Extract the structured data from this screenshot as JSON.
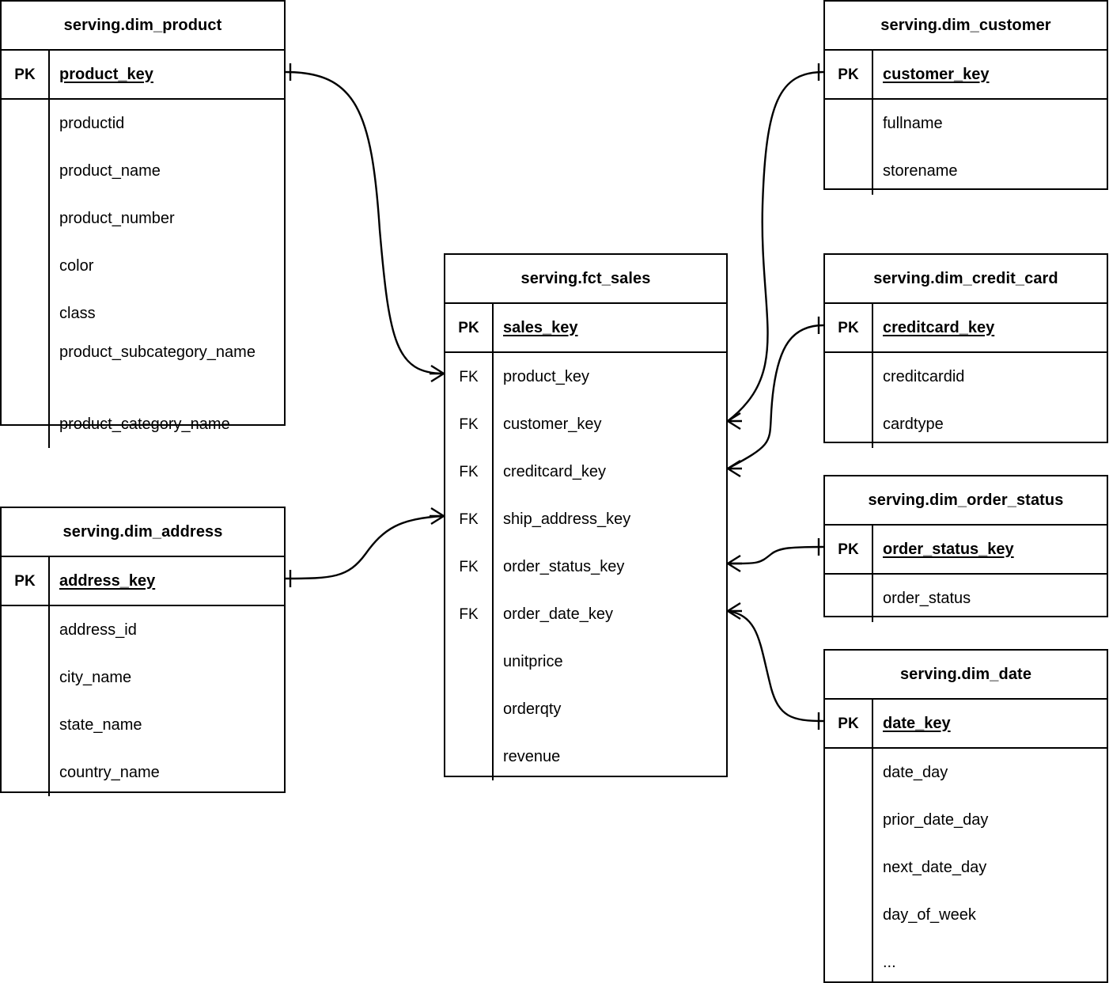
{
  "diagram": {
    "type": "entity-relationship-diagram",
    "notation": "crow's foot",
    "line_color": "#000000",
    "background_color": "#ffffff"
  },
  "entities": {
    "dim_product": {
      "title": "serving.dim_product",
      "pk_label": "PK",
      "pk_field": "product_key",
      "attributes": [
        "productid",
        "product_name",
        "product_number",
        "color",
        "class",
        "product_subcategory_",
        "name",
        "product_category_name"
      ],
      "attr_0": "productid",
      "attr_1": "product_name",
      "attr_2": "product_number",
      "attr_3": "color",
      "attr_4": "class",
      "attr_5a": "product_subcategory_",
      "attr_5b": "name",
      "attr_6": "product_category_name"
    },
    "dim_address": {
      "title": "serving.dim_address",
      "pk_label": "PK",
      "pk_field": "address_key",
      "attr_0": "address_id",
      "attr_1": "city_name",
      "attr_2": "state_name",
      "attr_3": "country_name"
    },
    "fct_sales": {
      "title": "serving.fct_sales",
      "pk_label": "PK",
      "pk_field": "sales_key",
      "fk_label": "FK",
      "fk_0": "product_key",
      "fk_1": "customer_key",
      "fk_2": "creditcard_key",
      "fk_3": "ship_address_key",
      "fk_4": "order_status_key",
      "fk_5": "order_date_key",
      "measure_0": "unitprice",
      "measure_1": "orderqty",
      "measure_2": "revenue"
    },
    "dim_customer": {
      "title": "serving.dim_customer",
      "pk_label": "PK",
      "pk_field": "customer_key",
      "attr_0": "fullname",
      "attr_1": "storename"
    },
    "dim_credit_card": {
      "title": "serving.dim_credit_card",
      "pk_label": "PK",
      "pk_field": "creditcard_key",
      "attr_0": "creditcardid",
      "attr_1": "cardtype"
    },
    "dim_order_status": {
      "title": "serving.dim_order_status",
      "pk_label": "PK",
      "pk_field": "order_status_key",
      "attr_0": "order_status"
    },
    "dim_date": {
      "title": "serving.dim_date",
      "pk_label": "PK",
      "pk_field": "date_key",
      "attr_0": "date_day",
      "attr_1": "prior_date_day",
      "attr_2": "next_date_day",
      "attr_3": "day_of_week",
      "attr_4": "..."
    }
  },
  "relationships": [
    {
      "from": "dim_product.product_key",
      "to": "fct_sales.product_key",
      "from_cardinality": "one",
      "to_cardinality": "many"
    },
    {
      "from": "dim_customer.customer_key",
      "to": "fct_sales.customer_key",
      "from_cardinality": "one",
      "to_cardinality": "many"
    },
    {
      "from": "dim_credit_card.creditcard_key",
      "to": "fct_sales.creditcard_key",
      "from_cardinality": "one",
      "to_cardinality": "many"
    },
    {
      "from": "dim_address.address_key",
      "to": "fct_sales.ship_address_key",
      "from_cardinality": "one",
      "to_cardinality": "many"
    },
    {
      "from": "dim_order_status.order_status_key",
      "to": "fct_sales.order_status_key",
      "from_cardinality": "one",
      "to_cardinality": "many"
    },
    {
      "from": "dim_date.date_key",
      "to": "fct_sales.order_date_key",
      "from_cardinality": "one",
      "to_cardinality": "many"
    }
  ]
}
